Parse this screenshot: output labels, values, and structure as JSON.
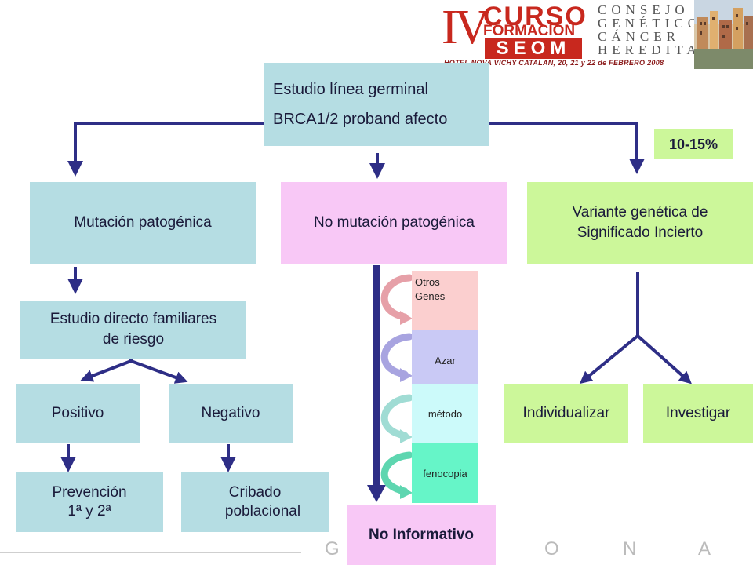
{
  "header": {
    "course_numeral": "IV",
    "course_word1": "CURSO",
    "course_word2": "FORMACIÓN",
    "course_org": "SEOM",
    "council_lines": [
      "CONSEJO",
      "GENÉTICO",
      "CÁNCER",
      "HEREDITARIO"
    ],
    "venue": "HOTEL NOVA VICHY CATALAN, 20, 21 y 22 de FEBRERO 2008"
  },
  "flow": {
    "root_line1": "Estudio línea germinal",
    "root_line2": "BRCA1/2 proband afecto",
    "percent_badge": "10-15%",
    "mutation": "Mutación patogénica",
    "no_mutation": "No mutación patogénica",
    "variant_line1": "Variante genética de",
    "variant_line2": "Significado Incierto",
    "family_line1": "Estudio directo familiares",
    "family_line2": "de riesgo",
    "positive": "Positivo",
    "negative": "Negativo",
    "prevention_line1": "Prevención",
    "prevention_line2": "1ª  y 2ª",
    "screening_line1": "Cribado",
    "screening_line2": "poblacional",
    "no_informative": "No Informativo",
    "individualize": "Individualizar",
    "investigate": "Investigar"
  },
  "causes": [
    {
      "label": "Otros Genes",
      "color": "#fbcfcf"
    },
    {
      "label": "Azar",
      "color": "#c9c9f5"
    },
    {
      "label": "método",
      "color": "#ccfafa"
    },
    {
      "label": "fenocopia",
      "color": "#66f5c8"
    }
  ],
  "footer_letters": [
    "G",
    "O",
    "N",
    "A"
  ],
  "colors": {
    "cyan_box": "#b5dde3",
    "pink_box": "#f8c8f6",
    "lime_box": "#ccf79a",
    "connector": "#2e2e86",
    "brand_red": "#c8281e"
  }
}
